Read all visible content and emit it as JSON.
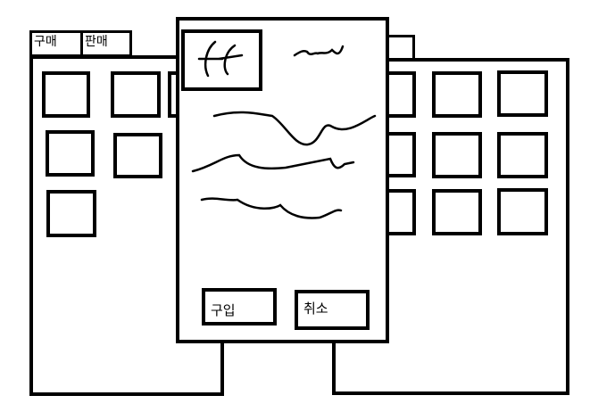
{
  "tabs": {
    "buy_label": "구매",
    "sell_label": "판매"
  },
  "left_panel": {
    "slot_count": 8
  },
  "right_panel": {
    "slot_count": 11
  },
  "dialog": {
    "item_icon": "handwritten-glyph-icon",
    "title_text_shown_as": "scribble",
    "description_lines_shown_as": "scribble",
    "buy_button_label": "구입",
    "cancel_button_label": "취소"
  }
}
